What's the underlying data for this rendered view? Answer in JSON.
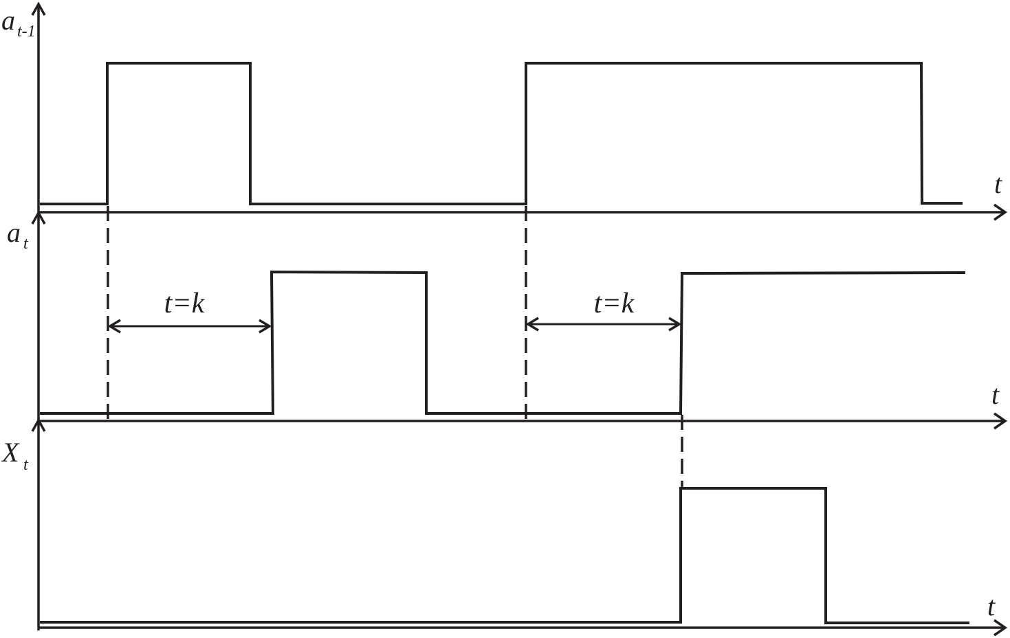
{
  "panels": [
    {
      "signal_label": "a",
      "signal_subscript": "t-1",
      "time_label": "t"
    },
    {
      "signal_label": "a",
      "signal_subscript": "t",
      "time_label": "t"
    },
    {
      "signal_label": "X",
      "signal_subscript": "t",
      "time_label": "t"
    }
  ],
  "delay_annotations": [
    {
      "label": "t=k"
    },
    {
      "label": "t=k"
    }
  ],
  "colors": {
    "ink": "#231f20",
    "background": "#ffffff"
  }
}
